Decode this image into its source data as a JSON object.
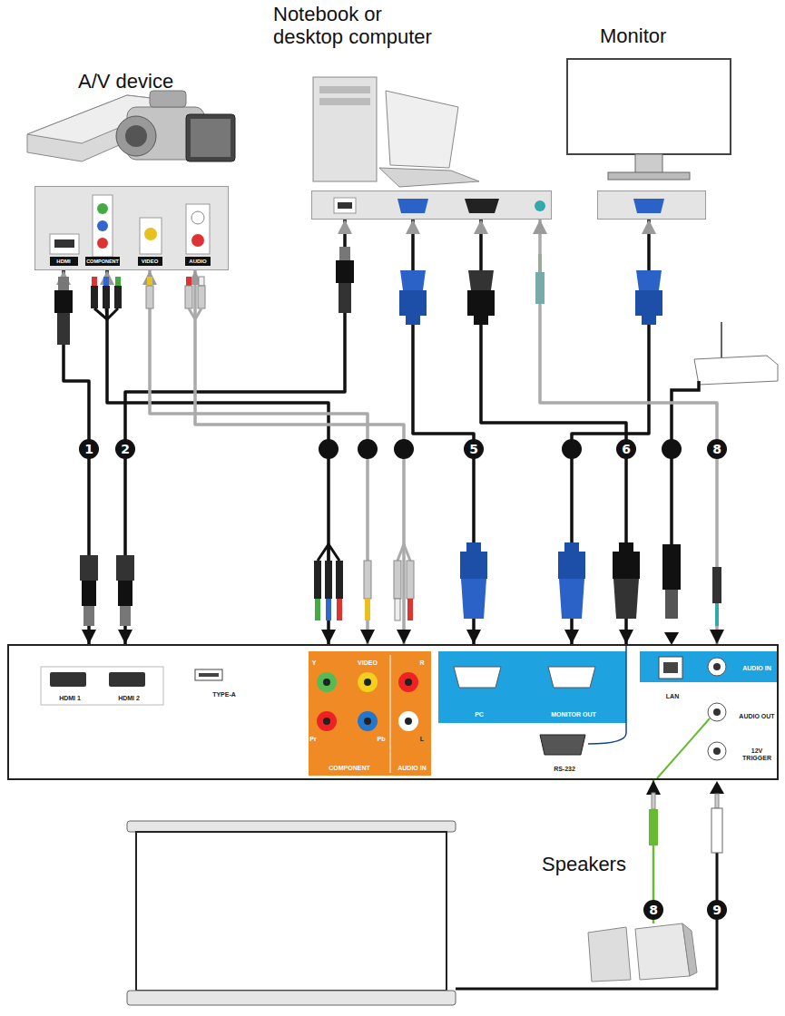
{
  "diagram": {
    "nodes": [
      {
        "text": [
          "A/V device"
        ]
      },
      {
        "text": [
          "Notebook or desktop computer"
        ]
      },
      {
        "text": [
          "Monitor"
        ]
      },
      {
        "text": [
          "HDMI 1",
          "HDMI 2",
          "TYPE-A",
          "COMPONENT",
          "AUDIO IN",
          "PC",
          "MONITOR OUT",
          "RS-232",
          "LAN",
          "AUDIO IN",
          "AUDIO OUT",
          "12V TRIGGER"
        ]
      },
      {
        "text": [
          "Speakers"
        ]
      }
    ],
    "edges": [
      {
        "from": 0,
        "to": 3,
        "label": "1",
        "arrow": "both"
      },
      {
        "from": 1,
        "to": 3,
        "label": "2",
        "arrow": "both"
      },
      {
        "from": 0,
        "to": 3,
        "arrow": "both"
      },
      {
        "from": 0,
        "to": 3,
        "arrow": "both"
      },
      {
        "from": 0,
        "to": 3,
        "arrow": "both"
      },
      {
        "from": 1,
        "to": 3,
        "label": "5",
        "arrow": "both"
      },
      {
        "from": 1,
        "to": 3,
        "label": "6",
        "arrow": "both"
      },
      {
        "from": 2,
        "to": 3,
        "arrow": "both"
      },
      {
        "from": 1,
        "to": 3,
        "label": "8",
        "arrow": "both"
      },
      {
        "from": 4,
        "to": 3,
        "label": "8",
        "arrow": "to"
      }
    ],
    "labels": [
      "HDMI",
      "COMPONENT",
      "VIDEO",
      "AUDIO",
      "Y",
      "VIDEO",
      "R",
      "Pr",
      "Pb",
      "L",
      "9"
    ]
  }
}
